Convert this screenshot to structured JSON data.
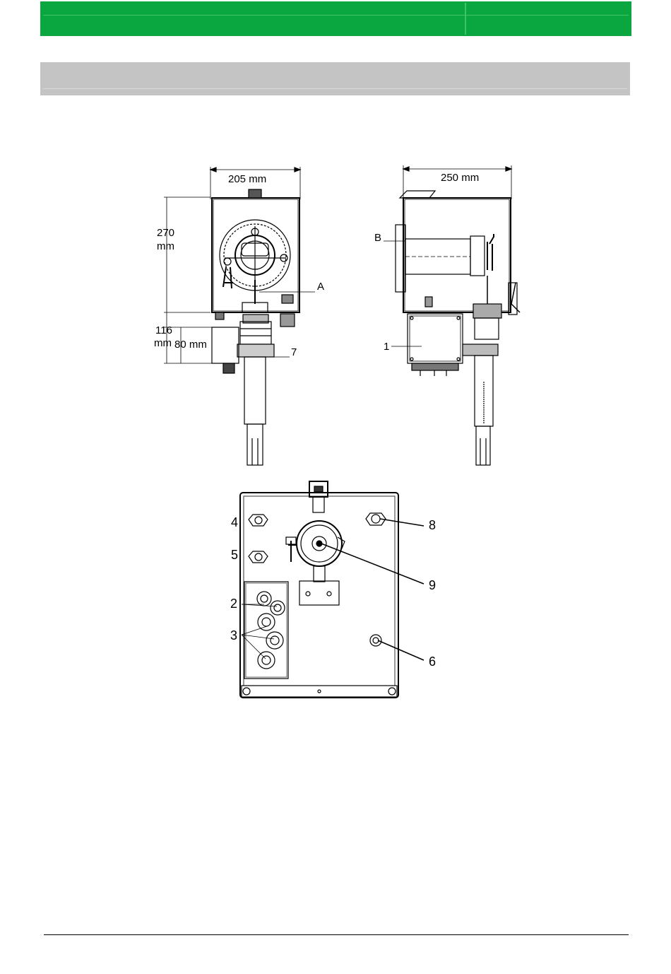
{
  "header": {
    "title": "",
    "section": ""
  },
  "section_bar": {
    "text": ""
  },
  "figure": {
    "front_view": {
      "width_dim": "205 mm",
      "height_dim_value": "270",
      "height_dim_unit": "mm",
      "lower_dim_value": "116",
      "lower_dim_unit": "mm",
      "lower_dim_inner": "80 mm",
      "callout_a": "A",
      "callout_7": "7"
    },
    "side_view": {
      "width_dim": "250 mm",
      "callout_b": "B",
      "callout_1": "1"
    },
    "bottom_view": {
      "callouts": [
        "2",
        "3",
        "4",
        "5",
        "6",
        "8",
        "9"
      ]
    }
  }
}
